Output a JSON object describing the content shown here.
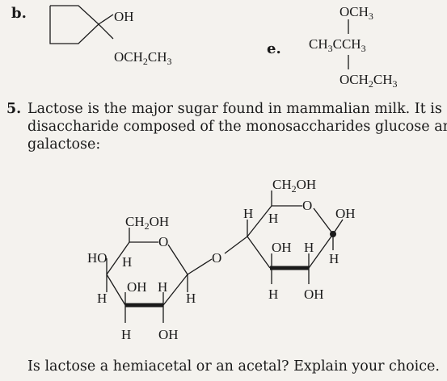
{
  "part_b": {
    "label": "b.",
    "oh": "OH",
    "ethoxy_main": "OCH",
    "ethoxy_sub": "2",
    "ethoxy_tail": "CH",
    "ethoxy_sub2": "3"
  },
  "part_e": {
    "label": "e.",
    "top_main": "OCH",
    "top_sub": "3",
    "mid_a": "CH",
    "mid_sub1": "3",
    "mid_b": "CCH",
    "mid_sub2": "3",
    "bot_main": "OCH",
    "bot_sub1": "2",
    "bot_tail": "CH",
    "bot_sub2": "3"
  },
  "problem5": {
    "number": "5.",
    "line1": "Lactose is the major sugar found in mammalian milk. It is a",
    "line2": "disaccharide composed of the monosaccharides glucose and",
    "line3": "galactose:"
  },
  "structure": {
    "left_ch2oh_main": "CH",
    "left_ch2oh_sub": "2",
    "left_ch2oh_tail": "OH",
    "right_ch2oh_main": "CH",
    "right_ch2oh_sub": "2",
    "right_ch2oh_tail": "OH",
    "ring_o": "O",
    "bridge_o": "O",
    "ho": "HO",
    "oh": "OH",
    "h": "H"
  },
  "question": "Is lactose a hemiacetal or an acetal? Explain your choice."
}
